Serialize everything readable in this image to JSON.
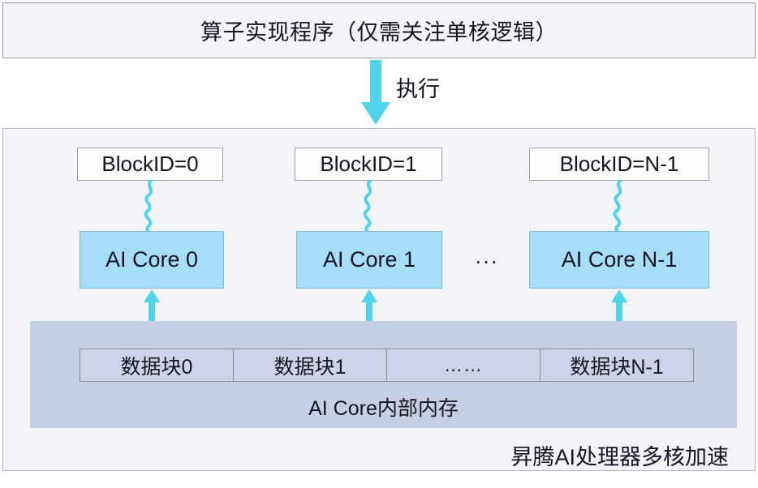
{
  "diagram": {
    "program": {
      "label": "算子实现程序（仅需关注单核逻辑）"
    },
    "execute_arrow": {
      "label": "执行",
      "icon": "arrow-down-icon",
      "color": "#4fd4ec"
    },
    "device": {
      "caption": "昇腾AI处理器多核加速",
      "background": "#f2f4f8",
      "blocks": [
        {
          "block_id": "BlockID=0",
          "core": "AI Core 0",
          "data_block": "数据块0"
        },
        {
          "block_id": "BlockID=1",
          "core": "AI Core 1",
          "data_block": "数据块1"
        },
        {
          "block_id": "BlockID=N-1",
          "core": "AI Core N-1",
          "data_block": "数据块N-1"
        }
      ],
      "core_ellipsis": "...",
      "data_block_ellipsis": "……",
      "memory": {
        "label": "AI Core内部内存",
        "background": "#c7cfe7"
      },
      "colors": {
        "core_fill": "#a6ddf7",
        "core_border": "#7fb8d4",
        "connector": "#4fd4ec",
        "block_fill": "#fdfdfe"
      }
    }
  }
}
